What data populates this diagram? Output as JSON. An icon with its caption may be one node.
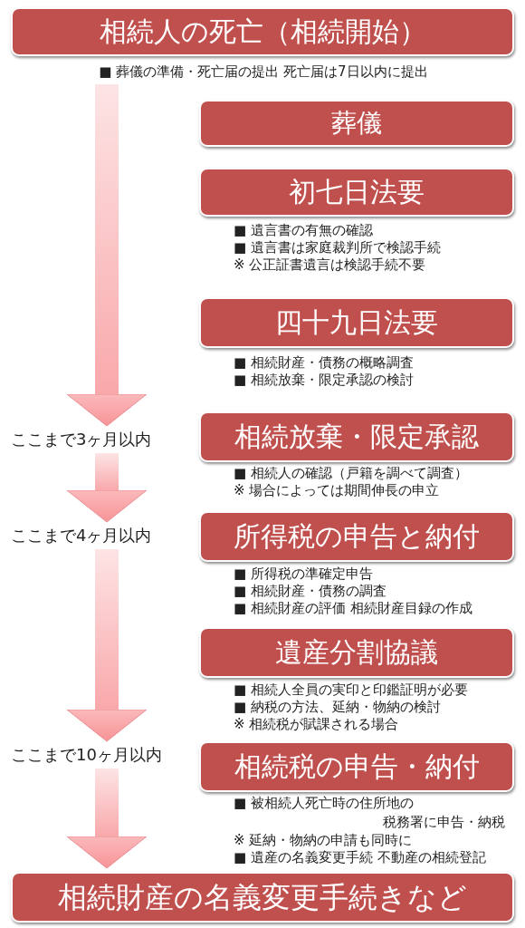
{
  "diagram": {
    "nodes": [
      {
        "text": [
          "相続人の死亡（相続開始）"
        ],
        "beside": [
          "■ 葬儀の準備・死亡届の提出 死亡届は7日以内に提出"
        ]
      },
      {
        "text": [
          "葬儀"
        ]
      },
      {
        "text": [
          "初七日法要"
        ],
        "beside": [
          "■ 遺言書の有無の確認",
          "■ 遺言書は家庭裁判所で検認手続",
          "※ 公正証書遺言は検認手続不要"
        ]
      },
      {
        "text": [
          "四十九日法要"
        ],
        "beside": [
          "■ 相続財産・債務の概略調査",
          "■ 相続放棄・限定承認の検討"
        ]
      },
      {
        "text": [
          "ここまで3ヶ月以内"
        ]
      },
      {
        "text": [
          "相続放棄・限定承認"
        ],
        "beside": [
          "■ 相続人の確認（戸籍を調べて調査）",
          "※ 場合によっては期間伸長の申立"
        ]
      },
      {
        "text": [
          "ここまで4ヶ月以内"
        ]
      },
      {
        "text": [
          "所得税の申告と納付"
        ],
        "beside": [
          "■ 所得税の準確定申告",
          "■ 相続財産・債務の調査",
          "■ 相続財産の評価 相続財産目録の作成"
        ]
      },
      {
        "text": [
          "遺産分割協議"
        ],
        "beside": [
          "■ 相続人全員の実印と印鑑証明が必要",
          "■ 納税の方法、延納・物納の検討",
          "※ 相続税が賦課される場合"
        ]
      },
      {
        "text": [
          "ここまで10ヶ月以内"
        ]
      },
      {
        "text": [
          "相続税の申告・納付"
        ],
        "beside": [
          "■ 被相続人死亡時の住所地の税務署に申告・納税",
          "※ 延納・物納の申請も同時に",
          "■ 遺産の名義変更手続 不動産の相続登記"
        ]
      },
      {
        "text": [
          "相続財産の名義変更手続きなど"
        ]
      }
    ],
    "edges": [
      {
        "from": 0,
        "to": 4,
        "arrow": "to"
      },
      {
        "from": 4,
        "to": 6,
        "arrow": "to"
      },
      {
        "from": 6,
        "to": 9,
        "arrow": "to"
      },
      {
        "from": 9,
        "to": 11,
        "arrow": "to"
      }
    ]
  }
}
